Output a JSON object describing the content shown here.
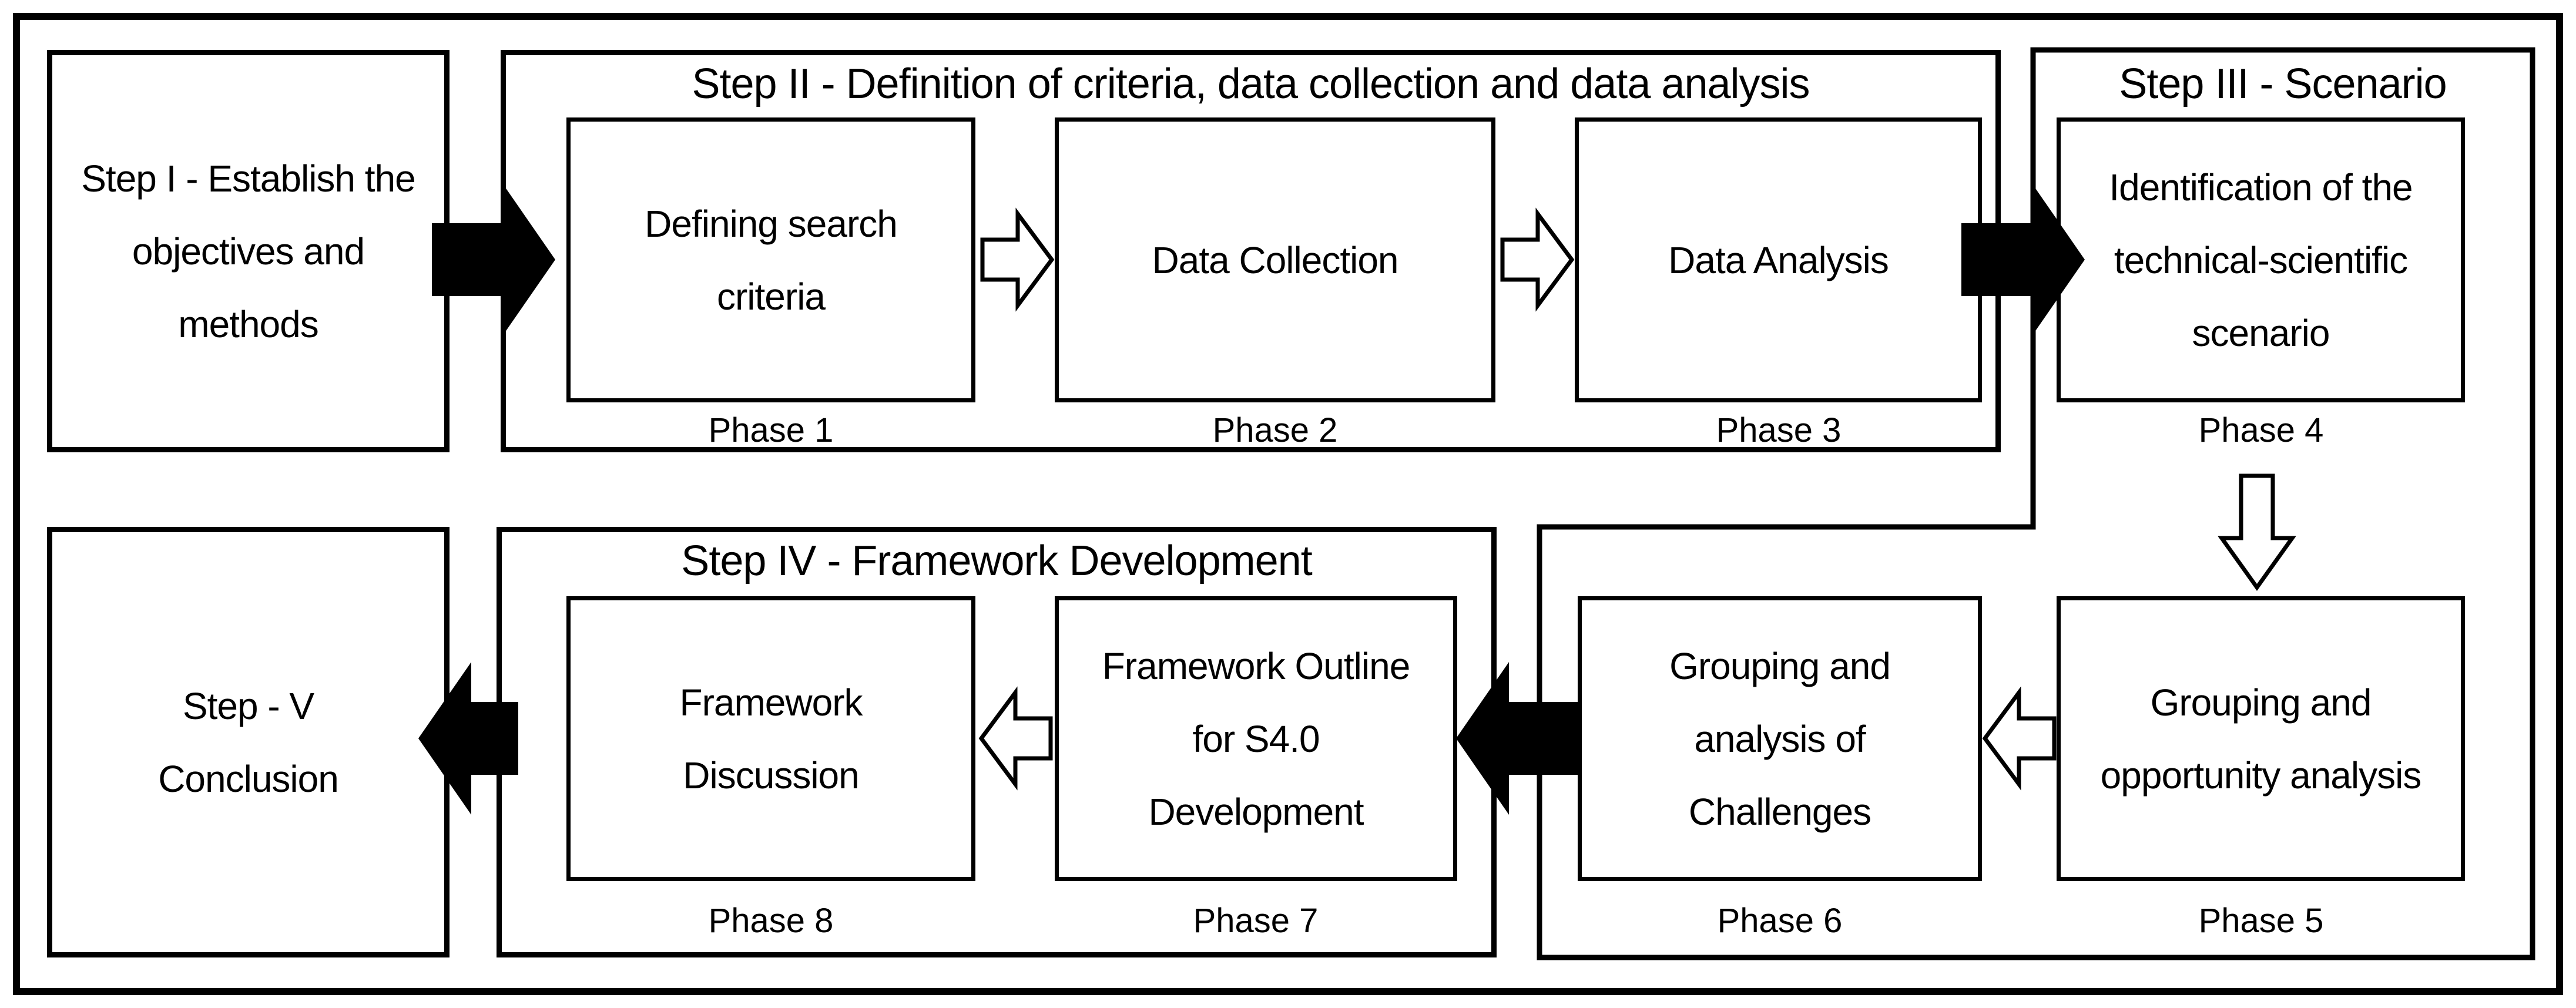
{
  "diagram": {
    "step1": {
      "lines": [
        "Step I - Establish the",
        "objectives and",
        "methods"
      ]
    },
    "step2": {
      "title": "Step II - Definition of criteria, data collection and data analysis",
      "boxes": [
        {
          "lines": [
            "Defining search",
            "criteria"
          ],
          "phase": "Phase 1"
        },
        {
          "lines": [
            "Data Collection"
          ],
          "phase": "Phase 2"
        },
        {
          "lines": [
            "Data Analysis"
          ],
          "phase": "Phase 3"
        }
      ]
    },
    "step3": {
      "title": "Step III - Scenario",
      "box": {
        "lines": [
          "Identification of the",
          "technical-scientific",
          "scenario"
        ],
        "phase": "Phase 4"
      }
    },
    "scenario_analysis": {
      "opportunity": {
        "lines": [
          "Grouping and",
          "opportunity analysis"
        ],
        "phase": "Phase 5"
      },
      "challenges": {
        "lines": [
          "Grouping and",
          "analysis of",
          "Challenges"
        ],
        "phase": "Phase 6"
      }
    },
    "step4": {
      "title": "Step IV - Framework Development",
      "boxes": [
        {
          "lines": [
            "Framework",
            "Discussion"
          ],
          "phase": "Phase 8"
        },
        {
          "lines": [
            "Framework Outline",
            "for S4.0",
            "Development"
          ],
          "phase": "Phase 7"
        }
      ]
    },
    "step5": {
      "lines": [
        "Step - V",
        "Conclusion"
      ]
    },
    "colors": {
      "ink": "#000000",
      "paper": "#ffffff"
    }
  }
}
